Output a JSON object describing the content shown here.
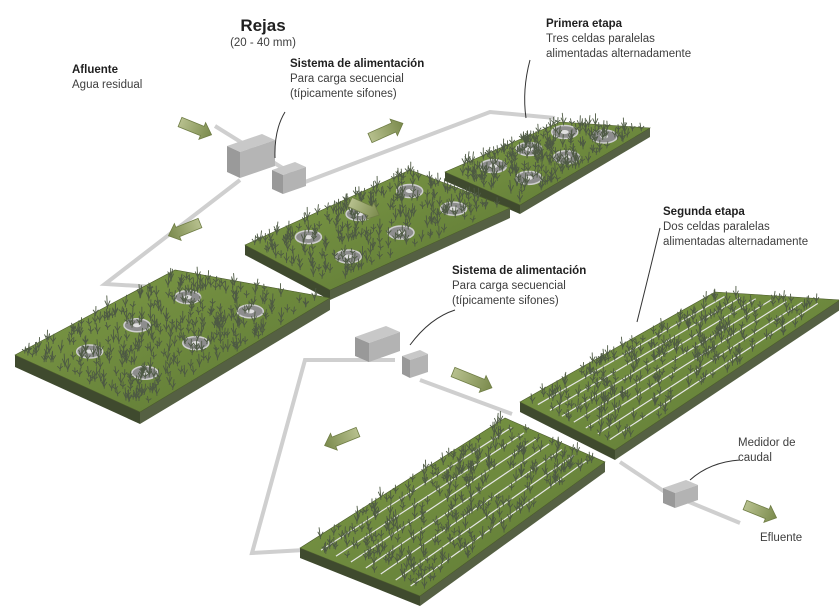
{
  "labels": {
    "rejas": {
      "title": "Rejas",
      "sub": "(20 - 40 mm)"
    },
    "afluente": {
      "title": "Afluente",
      "sub": "Agua residual"
    },
    "alimentacion_1": {
      "title": "Sistema de alimentación",
      "line1": "Para carga secuencial",
      "line2": "(típicamente sifones)"
    },
    "primera_etapa": {
      "title": "Primera etapa",
      "line1": "Tres celdas paralelas",
      "line2": "alimentadas alternadamente"
    },
    "segunda_etapa": {
      "title": "Segunda etapa",
      "line1": "Dos celdas paralelas",
      "line2": "alimentadas alternadamente"
    },
    "alimentacion_2": {
      "title": "Sistema de alimentación",
      "line1": "Para carga secuencial",
      "line2": "(típicamente sifones)"
    },
    "medidor": {
      "line1": "Medidor de",
      "line2": "caudal"
    },
    "efluente": {
      "title": "Efluente"
    }
  },
  "colors": {
    "bed_top": "#6f8a3c",
    "bed_side": "#3f4a2e",
    "reed": "#4e5a44",
    "pipe": "#c9c9c9",
    "box": "#a9a9a9",
    "arrow": "#8c9a63"
  }
}
